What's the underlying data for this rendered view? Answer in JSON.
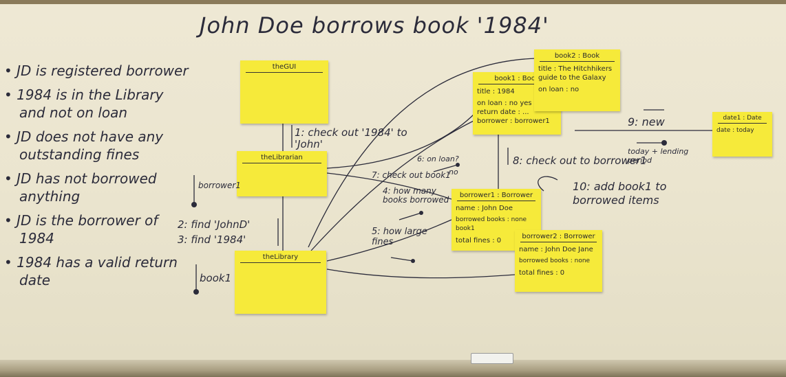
{
  "title": "John Doe  borrows book  '1984'",
  "conditions": [
    "JD is registered borrower",
    "1984 is in the Library and not on loan",
    "JD does not have any outstanding fines",
    "JD has not borrowed anything",
    "JD is the borrower of 1984",
    "1984 has a valid return date"
  ],
  "objects": {
    "gui": {
      "name": "theGUI"
    },
    "librarian": {
      "name": "theLibrarian"
    },
    "library": {
      "name": "theLibrary"
    },
    "book1": {
      "name": "book1 : Book",
      "attrs": [
        "title : 1984",
        "on loan : no yes",
        "return date : ...",
        "borrower : borrower1"
      ]
    },
    "book2": {
      "name": "book2 : Book",
      "attrs": [
        "title : The Hitchhikers guide to the Galaxy",
        "on loan : no"
      ]
    },
    "borrower1": {
      "name": "borrower1 : Borrower",
      "attrs": [
        "name : John Doe",
        "borrowed books : none book1",
        "total fines : 0"
      ]
    },
    "borrower2": {
      "name": "borrower2 : Borrower",
      "attrs": [
        "name : John Doe Jane",
        "borrowed books : none",
        "total fines : 0"
      ]
    },
    "date1": {
      "name": "date1 : Date",
      "attrs": [
        "date : today"
      ]
    }
  },
  "messages": {
    "m1": "1: check out '1984' to 'John'",
    "m2": "2: find 'JohnD'",
    "m3": "3: find '1984'",
    "m4": "4: how many books borrowed",
    "m5": "5: how large fines",
    "m6": "6: on loan?",
    "m6_reply": "no",
    "m7": "7: check out book1",
    "m8": "8: check out to borrower1",
    "m9": "9: new",
    "m10": "10: add book1 to borrowed items",
    "ret_borrower": "borrower1",
    "ret_book": "book1",
    "ret_date": "today + lending period"
  },
  "colors": {
    "board": "#ebe5cf",
    "sticky": "#f6ea3a",
    "ink": "#2b2b3a"
  }
}
